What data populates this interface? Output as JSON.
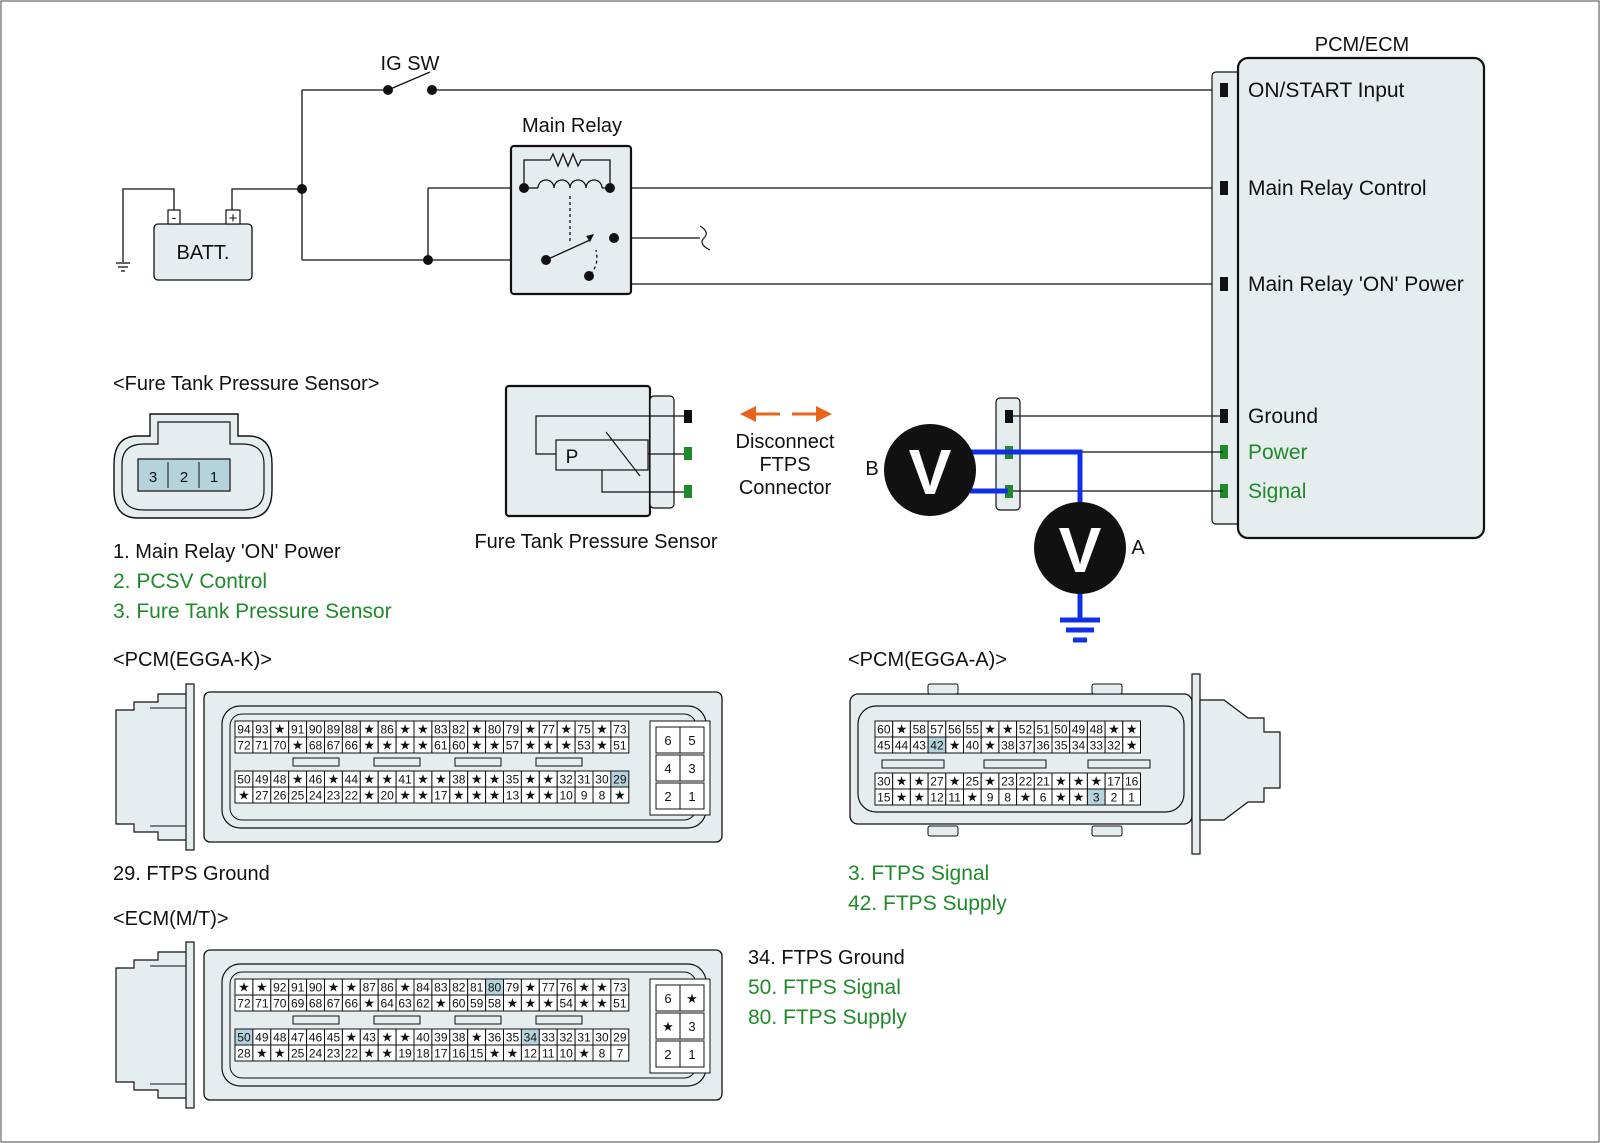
{
  "title": "PCM/ECM",
  "colors": {
    "box_fill": "#e6edee",
    "pin_hl": "#b4d3dd",
    "green": "#1f8a2a",
    "blue": "#1030e8",
    "orange": "#e8641a",
    "ink": "#111111"
  },
  "wiring": {
    "ig_sw": "IG SW",
    "main_relay": "Main Relay",
    "battery": "BATT.",
    "minus": "-",
    "plus": "+"
  },
  "pcm_terminals": [
    "ON/START Input",
    "Main Relay Control",
    "Main Relay 'ON' Power",
    "Ground",
    "Power",
    "Signal"
  ],
  "sensor": {
    "heading": "<Fure Tank Pressure Sensor>",
    "pins": [
      "3",
      "2",
      "1"
    ],
    "caption": "Fure Tank Pressure Sensor",
    "p_label": "P",
    "legend": [
      "1. Main Relay 'ON' Power",
      "2. PCSV Control",
      "3. Fure Tank Pressure Sensor"
    ]
  },
  "disconnect": [
    "Disconnect",
    "FTPS",
    "Connector"
  ],
  "meters": {
    "a": "A",
    "b": "B",
    "symbol": "V"
  },
  "pcm_k": {
    "heading": "<PCM(EGGA-K)>",
    "rows": [
      [
        "94",
        "93",
        "★",
        "91",
        "90",
        "89",
        "88",
        "★",
        "86",
        "★",
        "★",
        "83",
        "82",
        "★",
        "80",
        "79",
        "★",
        "77",
        "★",
        "75",
        "★",
        "73"
      ],
      [
        "72",
        "71",
        "70",
        "★",
        "68",
        "67",
        "66",
        "★",
        "★",
        "★",
        "★",
        "61",
        "60",
        "★",
        "★",
        "57",
        "★",
        "★",
        "★",
        "53",
        "★",
        "51"
      ],
      [
        "50",
        "49",
        "48",
        "★",
        "46",
        "★",
        "44",
        "★",
        "★",
        "41",
        "★",
        "★",
        "38",
        "★",
        "★",
        "35",
        "★",
        "★",
        "32",
        "31",
        "30",
        "29"
      ],
      [
        "★",
        "27",
        "26",
        "25",
        "24",
        "23",
        "22",
        "★",
        "20",
        "★",
        "★",
        "17",
        "★",
        "★",
        "★",
        "13",
        "★",
        "★",
        "10",
        "9",
        "8",
        "★"
      ]
    ],
    "side": [
      [
        "6",
        "5"
      ],
      [
        "4",
        "3"
      ],
      [
        "2",
        "1"
      ]
    ],
    "highlight": [
      "29"
    ],
    "legend": [
      "29. FTPS Ground"
    ]
  },
  "ecm_mt": {
    "heading": "<ECM(M/T)>",
    "rows": [
      [
        "★",
        "★",
        "92",
        "91",
        "90",
        "★",
        "★",
        "87",
        "86",
        "★",
        "84",
        "83",
        "82",
        "81",
        "80",
        "79",
        "★",
        "77",
        "76",
        "★",
        "★",
        "73"
      ],
      [
        "72",
        "71",
        "70",
        "69",
        "68",
        "67",
        "66",
        "★",
        "64",
        "63",
        "62",
        "★",
        "60",
        "59",
        "58",
        "★",
        "★",
        "★",
        "54",
        "★",
        "★",
        "51"
      ],
      [
        "50",
        "49",
        "48",
        "47",
        "46",
        "45",
        "★",
        "43",
        "★",
        "★",
        "40",
        "39",
        "38",
        "★",
        "36",
        "35",
        "34",
        "33",
        "32",
        "31",
        "30",
        "29"
      ],
      [
        "28",
        "★",
        "★",
        "25",
        "24",
        "23",
        "22",
        "★",
        "★",
        "19",
        "18",
        "17",
        "16",
        "15",
        "★",
        "★",
        "12",
        "11",
        "10",
        "★",
        "8",
        "7"
      ]
    ],
    "side": [
      [
        "6",
        "★"
      ],
      [
        "★",
        "3"
      ],
      [
        "2",
        "1"
      ]
    ],
    "highlight": [
      "80",
      "50",
      "34"
    ],
    "legend": [
      "34. FTPS Ground",
      "50. FTPS Signal",
      "80. FTPS Supply"
    ]
  },
  "pcm_a": {
    "heading": "<PCM(EGGA-A)>",
    "rows": [
      [
        "60",
        "★",
        "58",
        "57",
        "56",
        "55",
        "★",
        "★",
        "52",
        "51",
        "50",
        "49",
        "48",
        "★",
        "★"
      ],
      [
        "45",
        "44",
        "43",
        "42",
        "★",
        "40",
        "★",
        "38",
        "37",
        "36",
        "35",
        "34",
        "33",
        "32",
        "★"
      ],
      [
        "30",
        "★",
        "★",
        "27",
        "★",
        "25",
        "★",
        "23",
        "22",
        "21",
        "★",
        "★",
        "★",
        "17",
        "16"
      ],
      [
        "15",
        "★",
        "★",
        "12",
        "11",
        "★",
        "9",
        "8",
        "★",
        "6",
        "★",
        "★",
        "3",
        "2",
        "1"
      ]
    ],
    "highlight": [
      "42",
      "3"
    ],
    "legend": [
      "3. FTPS Signal",
      "42. FTPS Supply"
    ]
  }
}
